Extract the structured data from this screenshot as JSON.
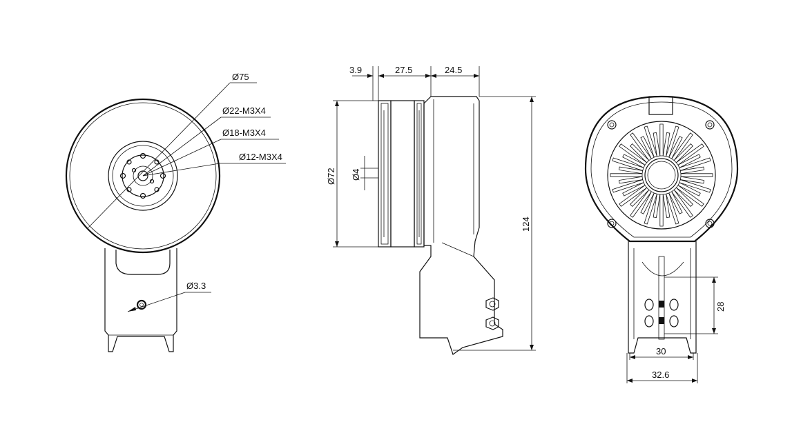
{
  "dimensions": {
    "front": {
      "outer_diameter": "Ø75",
      "bolt_circle_1": "Ø22-M3X4",
      "bolt_circle_2": "Ø18-M3X4",
      "bolt_circle_3": "Ø12-M3X4",
      "hole": "Ø3.3"
    },
    "side": {
      "front_offset": "3.9",
      "rotor_width": "27.5",
      "mount_width": "24.5",
      "diameter": "Ø72",
      "shaft": "Ø4",
      "height": "124"
    },
    "rear": {
      "vertical": "28",
      "inner_width": "30",
      "outer_width": "32.6"
    }
  },
  "colors": {
    "line": "#111111",
    "background": "#ffffff"
  }
}
